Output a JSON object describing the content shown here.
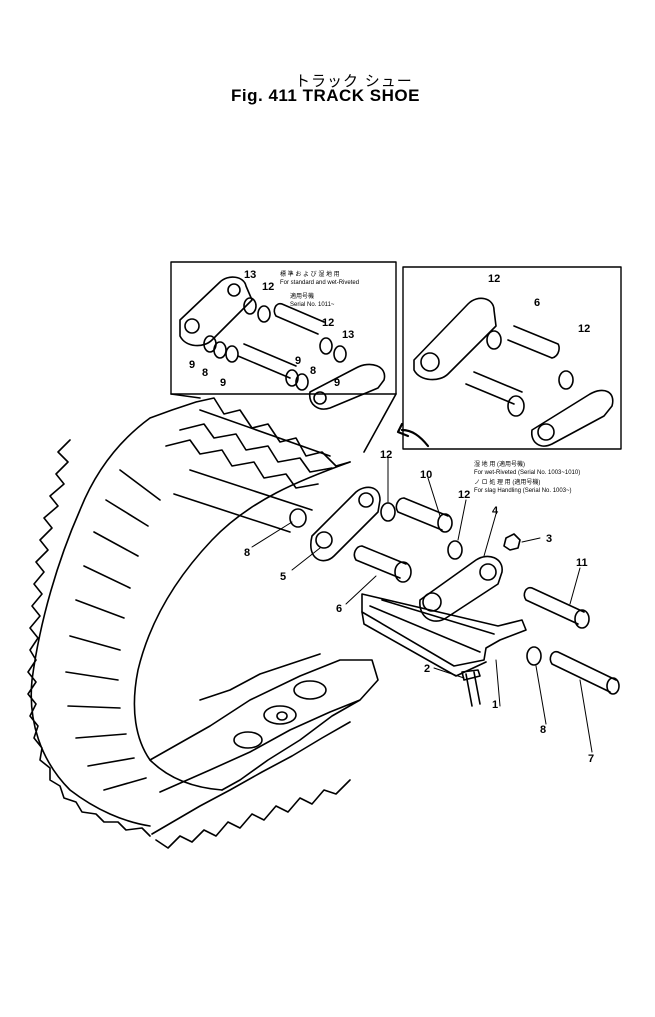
{
  "figure": {
    "title_jp": "トラック シュー",
    "title_en": "Fig. 411  TRACK SHOE"
  },
  "callouts": {
    "c1": "1",
    "c2": "2",
    "c3": "3",
    "c4": "4",
    "c5": "5",
    "c6": "6",
    "c7": "7",
    "c8a": "8",
    "c8b": "8",
    "c10": "10",
    "c11": "11",
    "c12a": "12",
    "c12b": "12"
  },
  "inset_left": {
    "note_jp": "標 準 お よ び 湿 地 用",
    "note_en": "For standard and wet-Riveted",
    "serial_jp": "適用号機",
    "serial_en": "Serial No. 1011~",
    "labels": {
      "l13a": "13",
      "l12a": "12",
      "l12b": "12",
      "l13b": "13",
      "l9a": "9",
      "l8a": "8",
      "l9b": "9",
      "l9c": "9",
      "l8b": "8",
      "l9d": "9"
    }
  },
  "inset_right": {
    "labels": {
      "r12a": "12",
      "r6": "6",
      "r12b": "12"
    }
  },
  "notes_right": {
    "line1_jp": "湿 地 用 (適用号機)",
    "line1_en": "For wet-Riveted (Serial No. 1003~1010)",
    "line2_jp": "ノ ロ 処 理 用 (適用号機)",
    "line2_en": "For slag Handling (Serial No. 1003~)"
  }
}
